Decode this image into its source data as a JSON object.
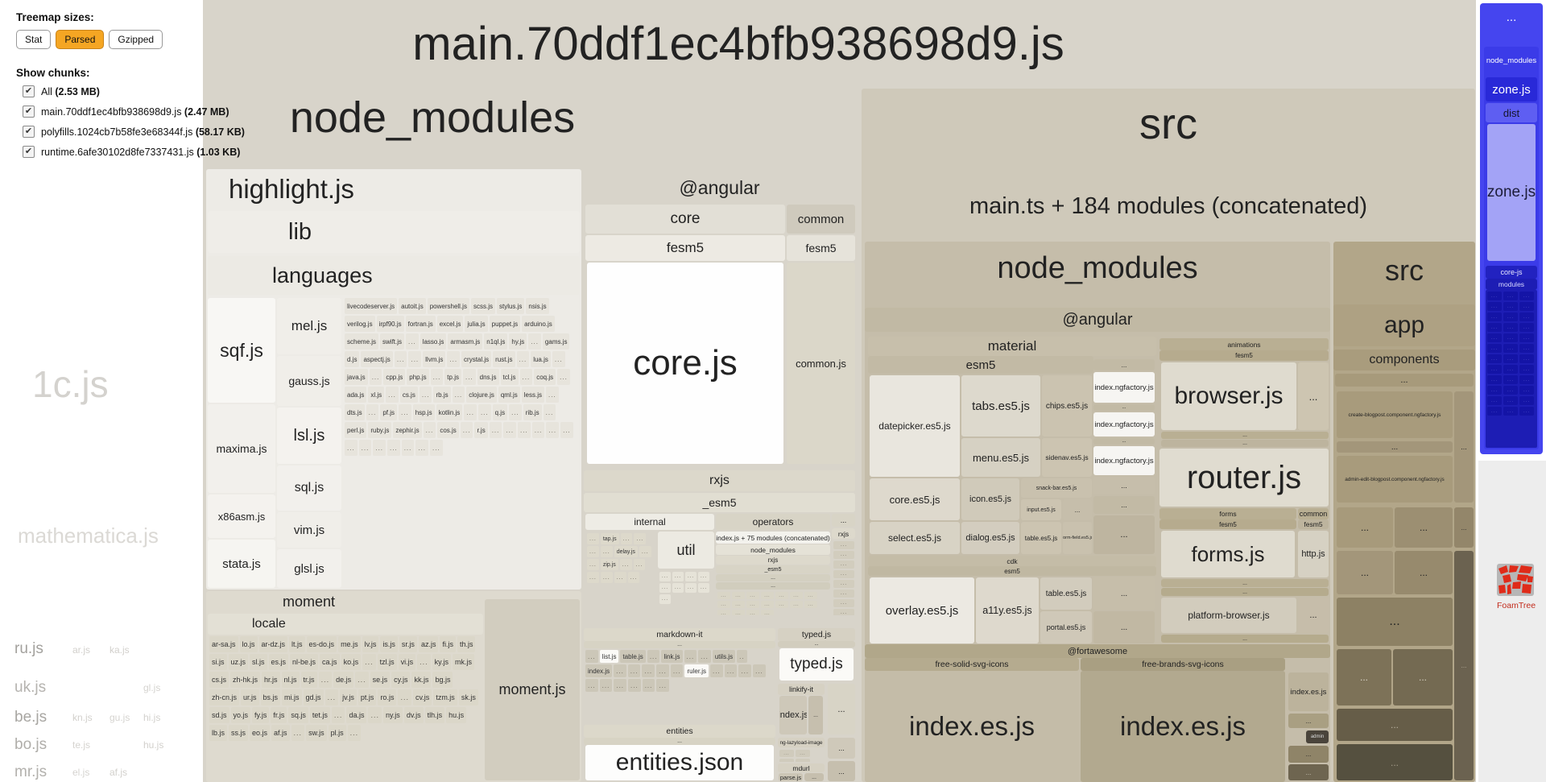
{
  "sidebar": {
    "sizes_label": "Treemap sizes:",
    "size_buttons": [
      {
        "label": "Stat"
      },
      {
        "label": "Parsed"
      },
      {
        "label": "Gzipped"
      }
    ],
    "chunks_label": "Show chunks:",
    "chunks": [
      {
        "name": "All ",
        "size": "(2.53 MB)"
      },
      {
        "name": "main.70ddf1ec4bfb938698d9.js ",
        "size": "(2.47 MB)"
      },
      {
        "name": "polyfills.1024cb7b58fe3e68344f.js ",
        "size": "(58.17 KB)"
      },
      {
        "name": "runtime.6afe30102d8fe7337431.js ",
        "size": "(1.03 KB)"
      }
    ],
    "ghost": {
      "big": "1c.js",
      "mathematica": "mathematica.js",
      "locales": [
        "ru.js",
        "uk.js",
        "be.js",
        "bo.js",
        "mr.js"
      ],
      "faint": [
        "ar.js",
        "ka.js",
        "gl.js",
        "kn.js",
        "gu.js",
        "hi.js",
        "te.js",
        "hu.js",
        "el.js",
        "af.js"
      ]
    }
  },
  "misc": {
    "dots": "..."
  },
  "treemap": {
    "title": "main.70ddf1ec4bfb938698d9.js",
    "node_modules": {
      "label": "node_modules",
      "highlight": {
        "label": "highlight.js",
        "lib": "lib",
        "languages": "languages",
        "col1": [
          "sqf.js",
          "maxima.js",
          "x86asm.js",
          "stata.js"
        ],
        "col2": [
          "mel.js",
          "gauss.js",
          "lsl.js",
          "sql.js",
          "vim.js",
          "glsl.js"
        ],
        "grid": [
          "livecodeserver.js",
          "autoit.js",
          "powershell.js",
          "scss.js",
          "stylus.js",
          "nsis.js",
          "verilog.js",
          "irpf90.js",
          "fortran.js",
          "excel.js",
          "julia.js",
          "puppet.js",
          "arduino.js",
          "scheme.js",
          "swift.js",
          "...",
          "lasso.js",
          "armasm.js",
          "n1ql.js",
          "hy.js",
          "...",
          "gams.js",
          "d.js",
          "aspectj.js",
          "...",
          "...",
          "llvm.js",
          "...",
          "crystal.js",
          "rust.js",
          "...",
          "lua.js",
          "...",
          "java.js",
          "...",
          "cpp.js",
          "php.js",
          "...",
          "tp.js",
          "...",
          "dns.js",
          "tcl.js",
          "...",
          "coq.js",
          "...",
          "ada.js",
          "xl.js",
          "...",
          "cs.js",
          "...",
          "rb.js",
          "...",
          "clojure.js",
          "qml.js",
          "less.js",
          "...",
          "dts.js",
          "...",
          "pf.js",
          "...",
          "hsp.js",
          "kotlin.js",
          "...",
          "...",
          "q.js",
          "...",
          "rib.js",
          "...",
          "perl.js",
          "ruby.js",
          "zephir.js",
          "...",
          "cos.js",
          "...",
          "r.js",
          "...",
          "...",
          "...",
          "...",
          "...",
          "...",
          "...",
          "...",
          "...",
          "...",
          "...",
          "...",
          "..."
        ]
      },
      "moment": {
        "label": "moment",
        "locale": "locale",
        "file": "moment.js",
        "grid": [
          "ar-sa.js",
          "lo.js",
          "ar-dz.js",
          "lt.js",
          "es-do.js",
          "me.js",
          "lv.js",
          "is.js",
          "sr.js",
          "az.js",
          "fi.js",
          "th.js",
          "si.js",
          "uz.js",
          "sl.js",
          "es.js",
          "nl-be.js",
          "ca.js",
          "ko.js",
          "...",
          "tzl.js",
          "vi.js",
          "...",
          "ky.js",
          "mk.js",
          "cs.js",
          "zh-hk.js",
          "hr.js",
          "nl.js",
          "tr.js",
          "...",
          "de.js",
          "...",
          "se.js",
          "cy.js",
          "kk.js",
          "bg.js",
          "zh-cn.js",
          "ur.js",
          "bs.js",
          "mi.js",
          "gd.js",
          "...",
          "jv.js",
          "pt.js",
          "ro.js",
          "...",
          "cv.js",
          "tzm.js",
          "sk.js",
          "sd.js",
          "yo.js",
          "fy.js",
          "fr.js",
          "sq.js",
          "tet.js",
          "...",
          "da.js",
          "...",
          "ny.js",
          "dv.js",
          "tlh.js",
          "hu.js",
          "lb.js",
          "ss.js",
          "eo.js",
          "af.js",
          "...",
          "sw.js",
          "pl.js",
          "..."
        ]
      },
      "angular": {
        "label": "@angular",
        "core": {
          "label": "core",
          "fesm5": "fesm5",
          "file": "core.js"
        },
        "common": {
          "label": "common",
          "fesm5": "fesm5",
          "file": "common.js"
        }
      },
      "rxjs": {
        "label": "rxjs",
        "esm5": "_esm5",
        "internal": {
          "label": "internal",
          "util": "util",
          "cells": [
            "...",
            "tap.js",
            "...",
            "...",
            "...",
            "...",
            "delay.js",
            "...",
            "...",
            "zip.js",
            "...",
            "...",
            "...",
            "...",
            "...",
            "..."
          ],
          "util_cells": [
            "...",
            "...",
            "...",
            "...",
            "...",
            "...",
            "...",
            "...",
            "..."
          ]
        },
        "operators": {
          "label": "operators",
          "concat": "index.js + 75 modules (concatenated)",
          "node_modules": "node_modules",
          "rxjs": "rxjs",
          "esm5": "_esm5",
          "cells": [
            "...",
            "...",
            "...",
            "...",
            "...",
            "...",
            "...",
            "...",
            "...",
            "...",
            "...",
            "...",
            "...",
            "...",
            "...",
            "...",
            "...",
            "..."
          ]
        },
        "side": {
          "dots": "...",
          "rxjs": "rxjs",
          "cells": [
            "...",
            "...",
            "...",
            "...",
            "...",
            "...",
            "...",
            "..."
          ]
        }
      },
      "markdown_it": {
        "label": "markdown-it",
        "cells": [
          "...",
          "list.js",
          "table.js",
          "...",
          "link.js",
          "...",
          "...",
          "utils.js",
          "..",
          "index.js",
          "...",
          "...",
          "...",
          "...",
          "...",
          "ruler.js",
          "...",
          "...",
          "...",
          "...",
          "...",
          "...",
          "...",
          "...",
          "...",
          "..."
        ]
      },
      "typed": {
        "label": "typed.js",
        "file": "typed.js"
      },
      "linkify": {
        "label": "linkify-it",
        "file": "index.js"
      },
      "entities": {
        "label": "entities",
        "file": "entities.json"
      },
      "lazyload": {
        "label": "ng-lazyload-image",
        "cells": [
          "...",
          "...",
          "...",
          "...",
          "...",
          "..."
        ]
      },
      "mdurl": {
        "label": "mdurl",
        "file": "parse.js"
      }
    },
    "src": {
      "label": "src",
      "subtitle": "main.ts + 184 modules (concatenated)",
      "node_modules": {
        "label": "node_modules",
        "angular": {
          "label": "@angular",
          "material": {
            "label": "material",
            "esm5": "esm5",
            "datepicker": "datepicker.es5.js",
            "tabs": "tabs.es5.js",
            "chips": "chips.es5.js",
            "menu": "menu.es5.js",
            "sidenav": "sidenav.es5.js",
            "core": "core.es5.js",
            "icon": "icon.es5.js",
            "snackbar": "snack-bar.es5.js",
            "input": "input.es5.js",
            "select": "select.es5.js",
            "dialog": "dialog.es5.js",
            "table": "table.es5.js",
            "formfield": "form-field.es5.js",
            "ngfactory": "index.ngfactory.js"
          },
          "cdk": {
            "label": "cdk",
            "esm5": "esm5",
            "overlay": "overlay.es5.js",
            "a11y": "a11y.es5.js",
            "table": "table.es5.js",
            "portal": "portal.es5.js"
          },
          "animations": {
            "label": "animations",
            "fesm5": "fesm5",
            "file": "browser.js"
          },
          "router_file": "router.js",
          "forms": {
            "label": "forms",
            "fesm5": "fesm5",
            "file": "forms.js"
          },
          "common": {
            "label": "common",
            "fesm5": "fesm5",
            "file": "http.js"
          },
          "platform_browser": "platform-browser.js"
        },
        "fortawesome": {
          "label": "@fortawesome",
          "solid": "free-solid-svg-icons",
          "solid_file": "index.es.js",
          "brands": "free-brands-svg-icons",
          "brands_file": "index.es.js",
          "extra_file": "index.es.js",
          "admin": "admin"
        }
      },
      "app": {
        "label": "src",
        "app": "app",
        "components": "components",
        "create": "create-blogpost.component.ngfactory.js",
        "admin_edit": "admin-edit-blogpost.component.ngfactory.js"
      }
    }
  },
  "polyfills": {
    "dots": "...",
    "node_modules": "node_modules",
    "zone": "zone.js",
    "dist": "dist",
    "zone_file": "zone.js",
    "corejs": "core-js",
    "modules": "modules",
    "cells": [
      "...",
      "...",
      "...",
      "...",
      "...",
      "...",
      "...",
      "...",
      "...",
      "...",
      "...",
      "...",
      "...",
      "...",
      "...",
      "...",
      "...",
      "...",
      "...",
      "...",
      "...",
      "...",
      "...",
      "...",
      "...",
      "...",
      "...",
      "...",
      "...",
      "...",
      "...",
      "...",
      "...",
      "...",
      "...",
      "..."
    ]
  },
  "foamtree": {
    "label": "FoamTree"
  }
}
